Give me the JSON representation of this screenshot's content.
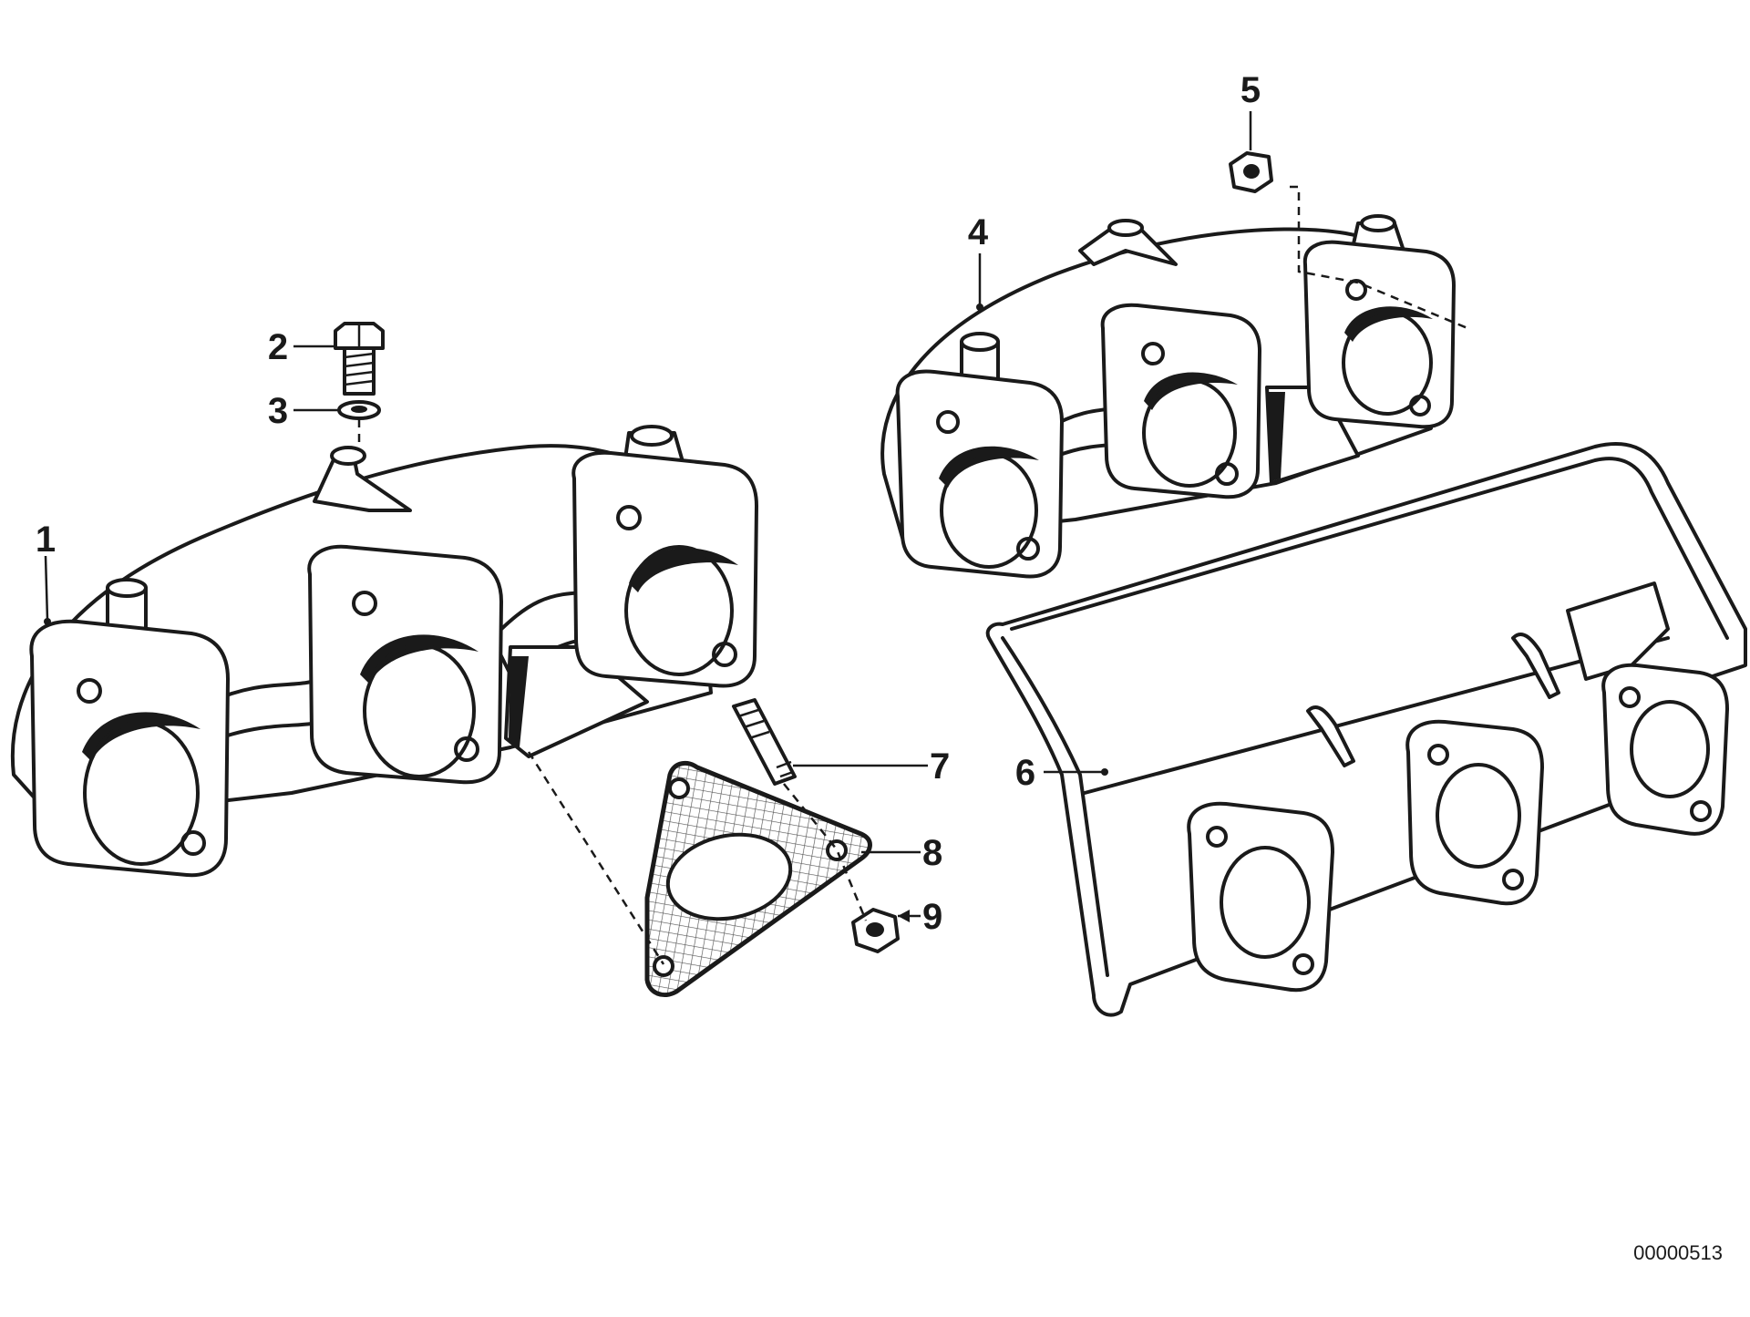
{
  "diagram": {
    "part_labels": [
      "1",
      "2",
      "3",
      "4",
      "5",
      "6",
      "7",
      "8",
      "9"
    ],
    "drawing_code": "00000513"
  },
  "colors": {
    "ink": "#1a1a1a",
    "paper": "#ffffff",
    "gasket_mesh": "#555555"
  }
}
